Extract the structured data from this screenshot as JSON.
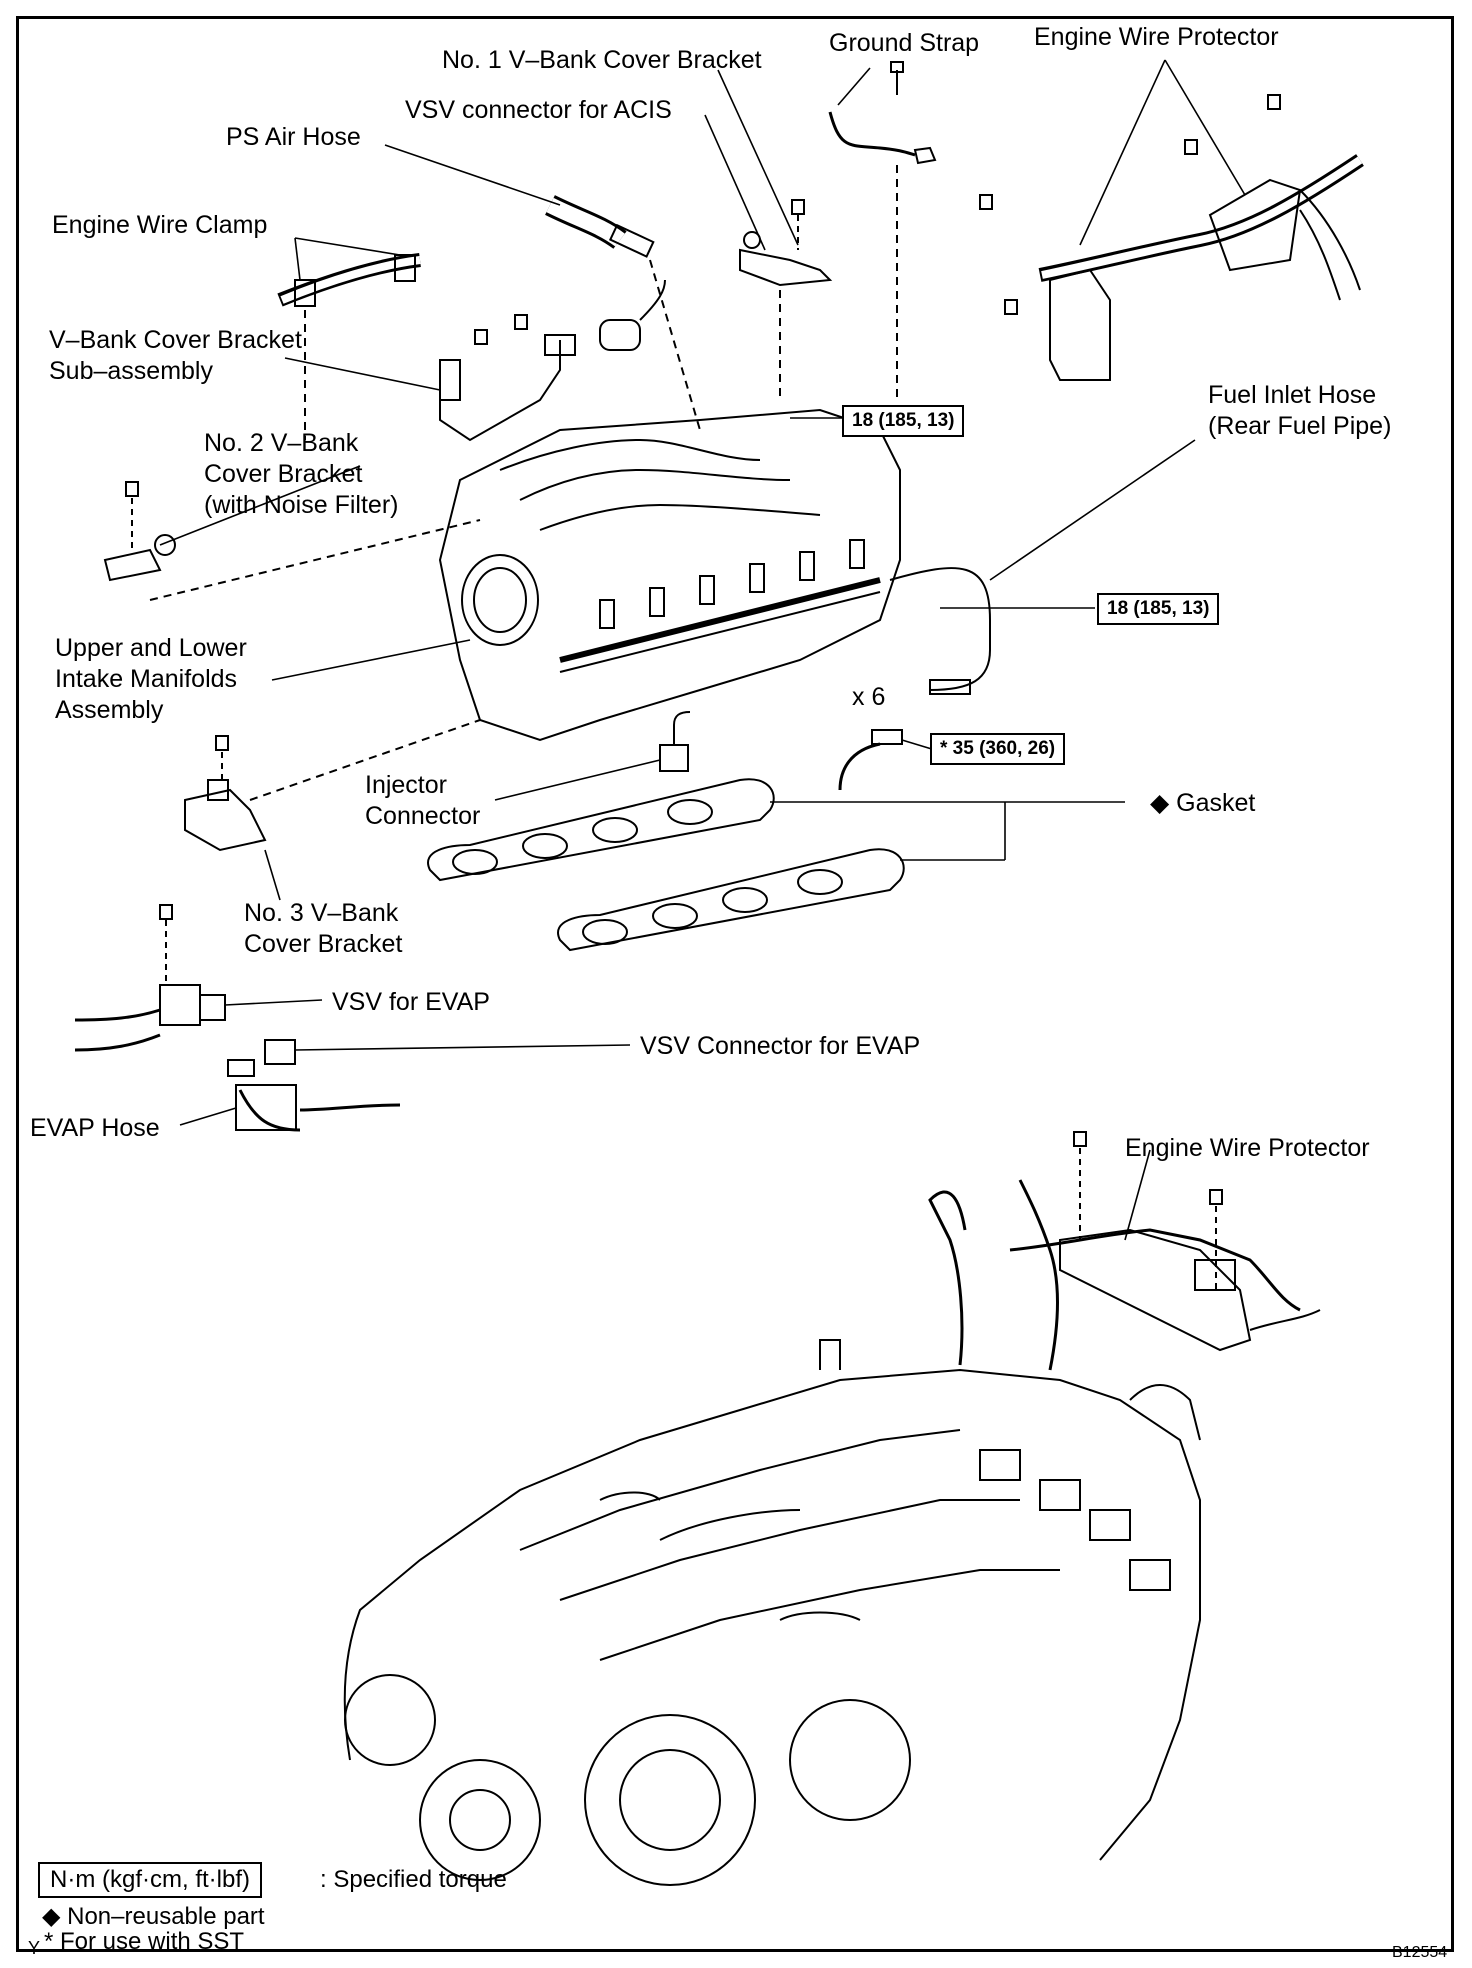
{
  "labels": {
    "ground_strap": "Ground Strap",
    "engine_wire_protector_top": "Engine Wire Protector",
    "no1_vbank_cover_bracket": "No. 1 V–Bank Cover Bracket",
    "vsv_connector_acis": "VSV connector for ACIS",
    "ps_air_hose": "PS Air Hose",
    "engine_wire_clamp": "Engine Wire Clamp",
    "vbank_cover_bracket_sub": "V–Bank Cover Bracket\nSub–assembly",
    "no2_vbank_cover_bracket": "No. 2 V–Bank\nCover Bracket\n(with Noise Filter)",
    "fuel_inlet_hose": "Fuel Inlet Hose\n(Rear Fuel Pipe)",
    "manifolds": "Upper and Lower\nIntake Manifolds\nAssembly",
    "times6": "x 6",
    "injector_connector": "Injector\nConnector",
    "gasket": "◆ Gasket",
    "no3_vbank_cover_bracket": "No. 3 V–Bank\nCover Bracket",
    "vsv_evap": "VSV for EVAP",
    "vsv_connector_evap": "VSV Connector for EVAP",
    "evap_hose": "EVAP Hose",
    "engine_wire_protector_bottom": "Engine Wire Protector"
  },
  "torques": {
    "t1": "18 (185, 13)",
    "t2": "18 (185, 13)",
    "t3": "* 35 (360, 26)"
  },
  "legend": {
    "unit_box": "N·m (kgf·cm, ft·lbf)",
    "unit_desc": ": Specified torque",
    "non_reusable": "◆ Non–reusable part",
    "sst_marker": "Y",
    "sst": "* For use with SST"
  },
  "doc_id": "B12554"
}
